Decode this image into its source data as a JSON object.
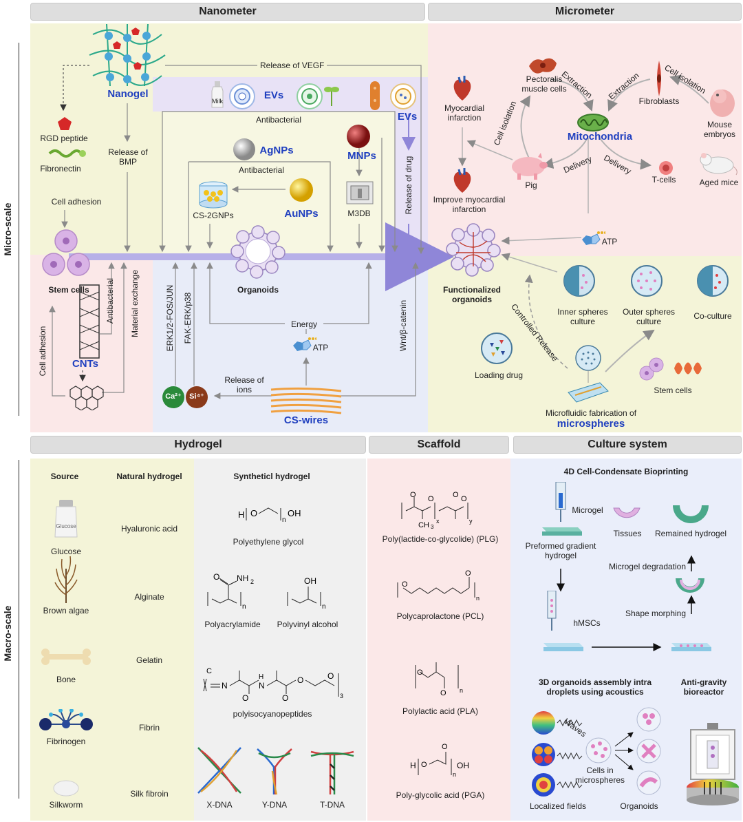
{
  "headers": {
    "nanometer": "Nanometer",
    "micrometer": "Micrometer",
    "hydrogel": "Hydrogel",
    "scaffold": "Scaffold",
    "culture_system": "Culture system"
  },
  "side_labels": {
    "micro_scale": "Micro-scale",
    "macro_scale": "Macro-scale"
  },
  "nano": {
    "nanogel": "Nanogel",
    "release_vegf": "Release of VEGF",
    "rgd_peptide": "RGD peptide",
    "fibronectin": "Fibronectin",
    "release_bmp": "Release of BMP",
    "cell_adhesion_1": "Cell adhesion",
    "stem_cells": "Stem cells",
    "evs_1": "EVs",
    "milk": "Milk",
    "evs_2": "EVs",
    "antibacterial_1": "Antibacterial",
    "agnps": "AgNPs",
    "antibacterial_2": "Antibacterial",
    "mnps": "MNPs",
    "aunps": "AuNPs",
    "cs2gnps": "CS-2GNPs",
    "m3db": "M3DB",
    "release_drug": "Release of drug",
    "organoids": "Organoids",
    "antibacterial_3": "Antibacterial",
    "material_exchange": "Material exchange",
    "cell_adhesion_2": "Cell adhesion",
    "cnts": "CNTs",
    "erk": "ERK1/2-FOS/JUN",
    "fak": "FAK-ERK/p38",
    "energy": "Energy",
    "atp_1": "ATP",
    "wnt": "Wnt/β-catenin",
    "release_ions": "Release of ions",
    "ca": "Ca²⁺",
    "si": "Si⁴⁺",
    "cs_wires": "CS-wires"
  },
  "micro": {
    "myocardial_infarction": "Myocardial infarction",
    "pectoralis": "Pectoralis muscle cells",
    "extraction_1": "Extraction",
    "extraction_2": "Extraction",
    "fibroblasts": "Fibroblasts",
    "cell_isolation_1": "Cell isolation",
    "cell_isolation_2": "Cell isolation",
    "mouse_embryos": "Mouse embryos",
    "mitochondria": "Mitochondria",
    "pig": "Pig",
    "delivery_1": "Delivery",
    "delivery_2": "Delivery",
    "t_cells": "T-cells",
    "aged_mice": "Aged mice",
    "improve": "Improve myocardial infarction",
    "atp_2": "ATP",
    "functionalized": "Functionalized organoids",
    "inner": "Inner spheres culture",
    "outer": "Outer spheres culture",
    "coculture": "Co-culture",
    "controlled_release": "Controlled Release",
    "loading_drug": "Loading drug",
    "stem_cells_2": "Stem cells",
    "microfluidic": "Microfluidic fabrication of",
    "microspheres": "microspheres"
  },
  "hydrogel": {
    "source_header": "Source",
    "natural_header": "Natural hydrogel",
    "synthetic_header": "Syntheticl hydrogel",
    "sources": [
      "Glucose",
      "Brown algae",
      "Bone",
      "Fibrinogen",
      "Silkworm"
    ],
    "glucose_jar": "Glucose",
    "naturals": [
      "Hyaluronic acid",
      "Alginate",
      "Gelatin",
      "Fibrin",
      "Silk fibroin"
    ],
    "peg": "Polyethylene glycol",
    "polyacrylamide": "Polyacrylamide",
    "pva": "Polyvinyl alcohol",
    "pic": "polyisocyanopeptides",
    "x_dna": "X-DNA",
    "y_dna": "Y-DNA",
    "t_dna": "T-DNA"
  },
  "scaffold": {
    "plg": "Poly(lactide-co-glycolide) (PLG)",
    "pcl": "Polycaprolactone (PCL)",
    "pla": "Polylactic  acid  (PLA)",
    "pga": "Poly-glycolic acid (PGA)"
  },
  "culture": {
    "title_4d": "4D Cell-Condensate Bioprinting",
    "microgel": "Microgel",
    "tissues": "Tissues",
    "remained": "Remained hydrogel",
    "preformed": "Preformed gradient hydrogel",
    "microgel_degradation": "Microgel degradation",
    "shape_morphing": "Shape morphing",
    "hmscs": "hMSCs",
    "title_3d": "3D organoids assembly intra droplets using acoustics",
    "anti_gravity": "Anti-gravity bioreactor",
    "waves": "Waves",
    "cells_in_microspheres": "Cells in microspheres",
    "localized_fields": "Localized fields",
    "organoids": "Organoids"
  }
}
